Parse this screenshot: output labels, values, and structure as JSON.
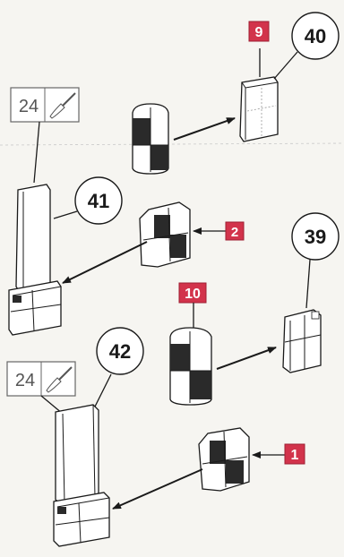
{
  "colors": {
    "ink": "#1a1a1a",
    "badge": "#d2334b",
    "part_fill": "#ffffff",
    "part_dark": "#2a2a2a",
    "paint_box": "#666666"
  },
  "paint_refs": [
    {
      "code": "24",
      "icon": "paintbrush-icon"
    },
    {
      "code": "24",
      "icon": "paintbrush-icon"
    }
  ],
  "part_numbers": {
    "p40": "40",
    "p41": "41",
    "p39": "39",
    "p42": "42"
  },
  "step_badges": {
    "b9": "9",
    "b2": "2",
    "b10": "10",
    "b1": "1"
  }
}
